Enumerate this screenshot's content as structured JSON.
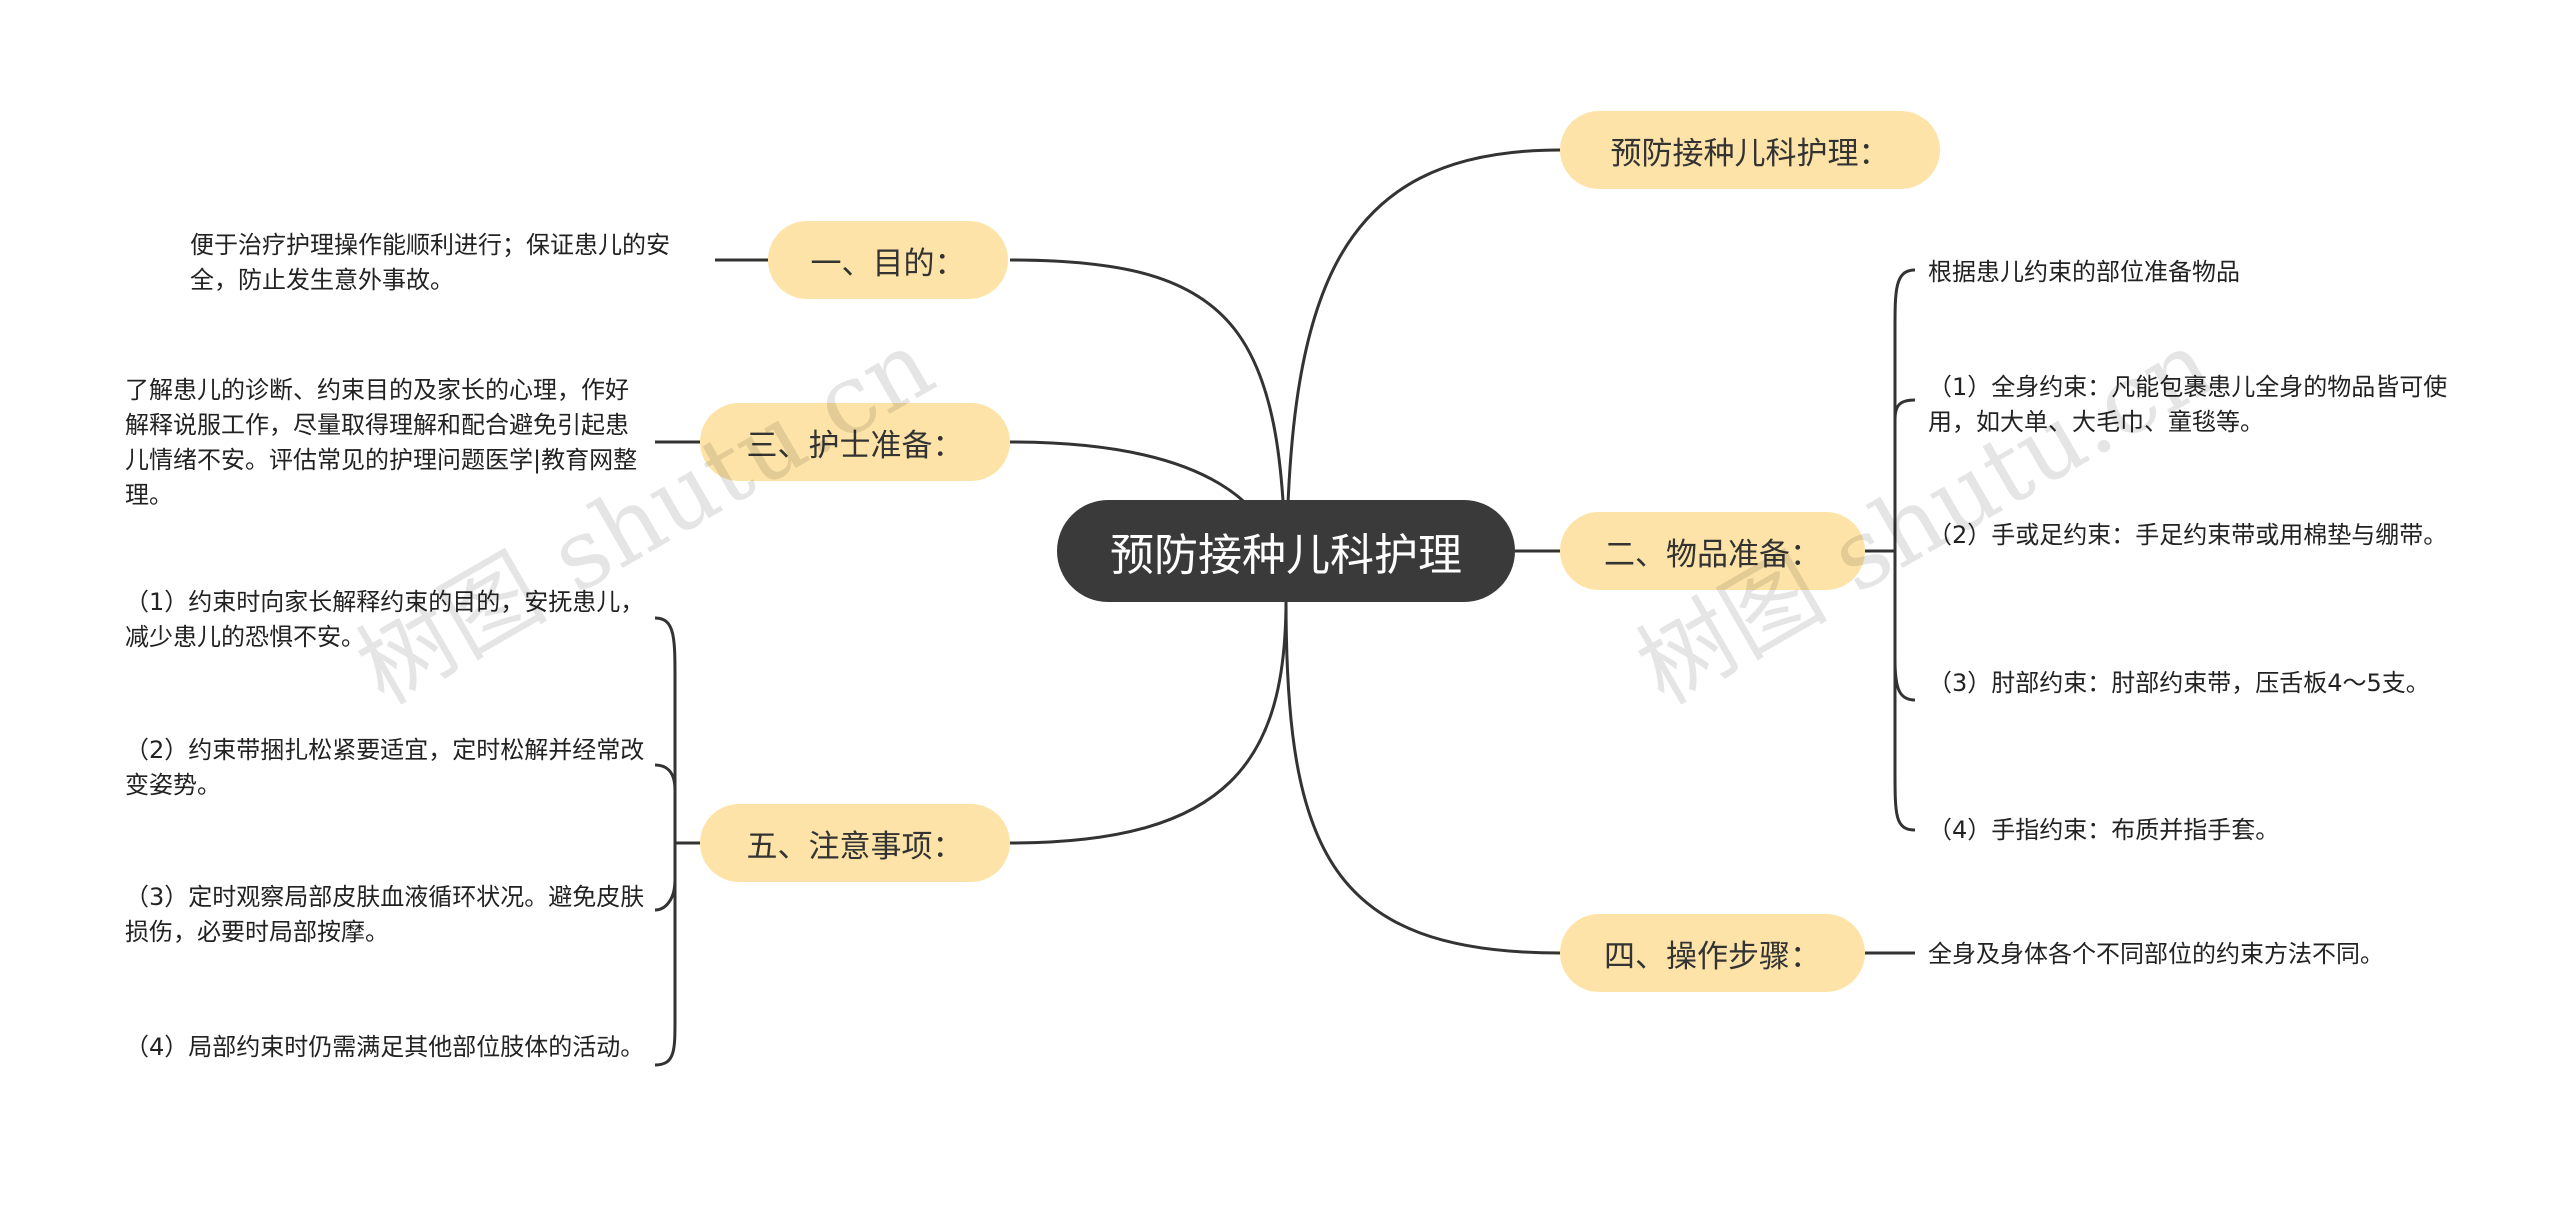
{
  "root": {
    "label": "预防接种儿科护理"
  },
  "branches": {
    "b0": {
      "label": "预防接种儿科护理："
    },
    "b1": {
      "label": "一、目的：",
      "text": "便于治疗护理操作能顺利进行；保证患儿的安全，防止发生意外事故。"
    },
    "b2": {
      "label": "二、物品准备：",
      "items": [
        "根据患儿约束的部位准备物品",
        "（1）全身约束：凡能包裹患儿全身的物品皆可使用，如大单、大毛巾、童毯等。",
        "（2）手或足约束：手足约束带或用棉垫与绷带。",
        "（3）肘部约束：肘部约束带，压舌板4～5支。",
        "（4）手指约束：布质并指手套。"
      ]
    },
    "b3": {
      "label": "三、护士准备：",
      "text": "了解患儿的诊断、约束目的及家长的心理，作好解释说服工作，尽量取得理解和配合避免引起患儿情绪不安。评估常见的护理问题医学|教育网整理。"
    },
    "b4": {
      "label": "四、操作步骤：",
      "text": "全身及身体各个不同部位的约束方法不同。"
    },
    "b5": {
      "label": "五、注意事项：",
      "items": [
        "（1）约束时向家长解释约束的目的，安抚患儿，减少患儿的恐惧不安。",
        "（2）约束带捆扎松紧要适宜，定时松解并经常改变姿势。",
        "（3）定时观察局部皮肤血液循环状况。避免皮肤损伤，必要时局部按摩。",
        "（4）局部约束时仍需满足其他部位肢体的活动。"
      ]
    }
  },
  "watermarks": [
    "树图 shutu.cn",
    "树图 shutu.cn"
  ],
  "colors": {
    "root_bg": "#3a3a3a",
    "branch_bg": "#fde3a7",
    "line": "#333333"
  }
}
